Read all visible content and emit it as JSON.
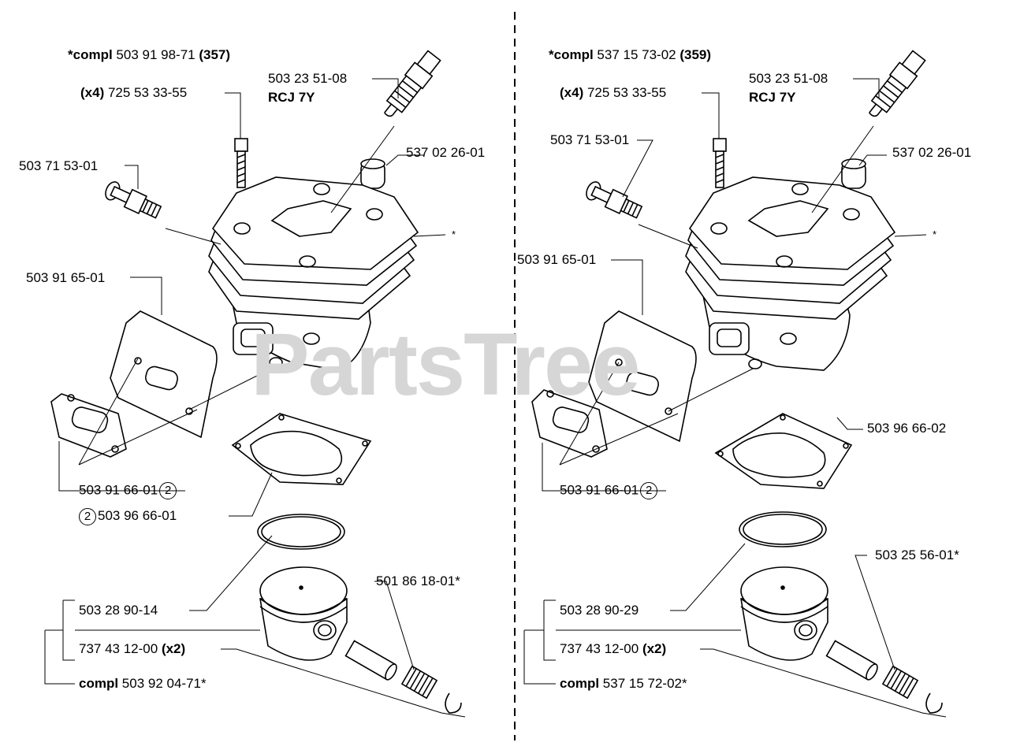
{
  "watermark": "PartsTree",
  "left": {
    "title_bold1": "*compl",
    "title_num": "503 91 98-71",
    "title_bold2": "(357)",
    "plug_num": "503 23 51-08",
    "plug_type": "RCJ 7Y",
    "screw_qty": "(x4)",
    "screw_num": "725 53 33-55",
    "decomp_num": "503 71 53-01",
    "cap_num": "537 02 26-01",
    "star": "*",
    "plate_num": "503 91 65-01",
    "gasket1_num": "503 91 66-01",
    "gasket1_circle": "2",
    "gasket2_circle": "2",
    "gasket2_num": "503 96 66-01",
    "ring_num": "503 28 90-14",
    "bearing_num": "501 86 18-01*",
    "pin_num": "737 43 12-00",
    "pin_qty": "(x2)",
    "piston_compl_bold": "compl",
    "piston_compl_num": "503 92 04-71*"
  },
  "right": {
    "title_bold1": "*compl",
    "title_num": "537 15 73-02",
    "title_bold2": "(359)",
    "plug_num": "503 23 51-08",
    "plug_type": "RCJ 7Y",
    "screw_qty": "(x4)",
    "screw_num": "725 53 33-55",
    "decomp_num": "503 71 53-01",
    "cap_num": "537 02 26-01",
    "star": "*",
    "plate_num": "503 91 65-01",
    "gasket2_num": "503 96 66-02",
    "gasket1_num": "503 91 66-01",
    "gasket1_circle": "2",
    "bearing_num": "503 25 56-01*",
    "ring_num": "503 28 90-29",
    "pin_num": "737 43 12-00",
    "pin_qty": "(x2)",
    "piston_compl_bold": "compl",
    "piston_compl_num": "537 15 72-02*"
  }
}
